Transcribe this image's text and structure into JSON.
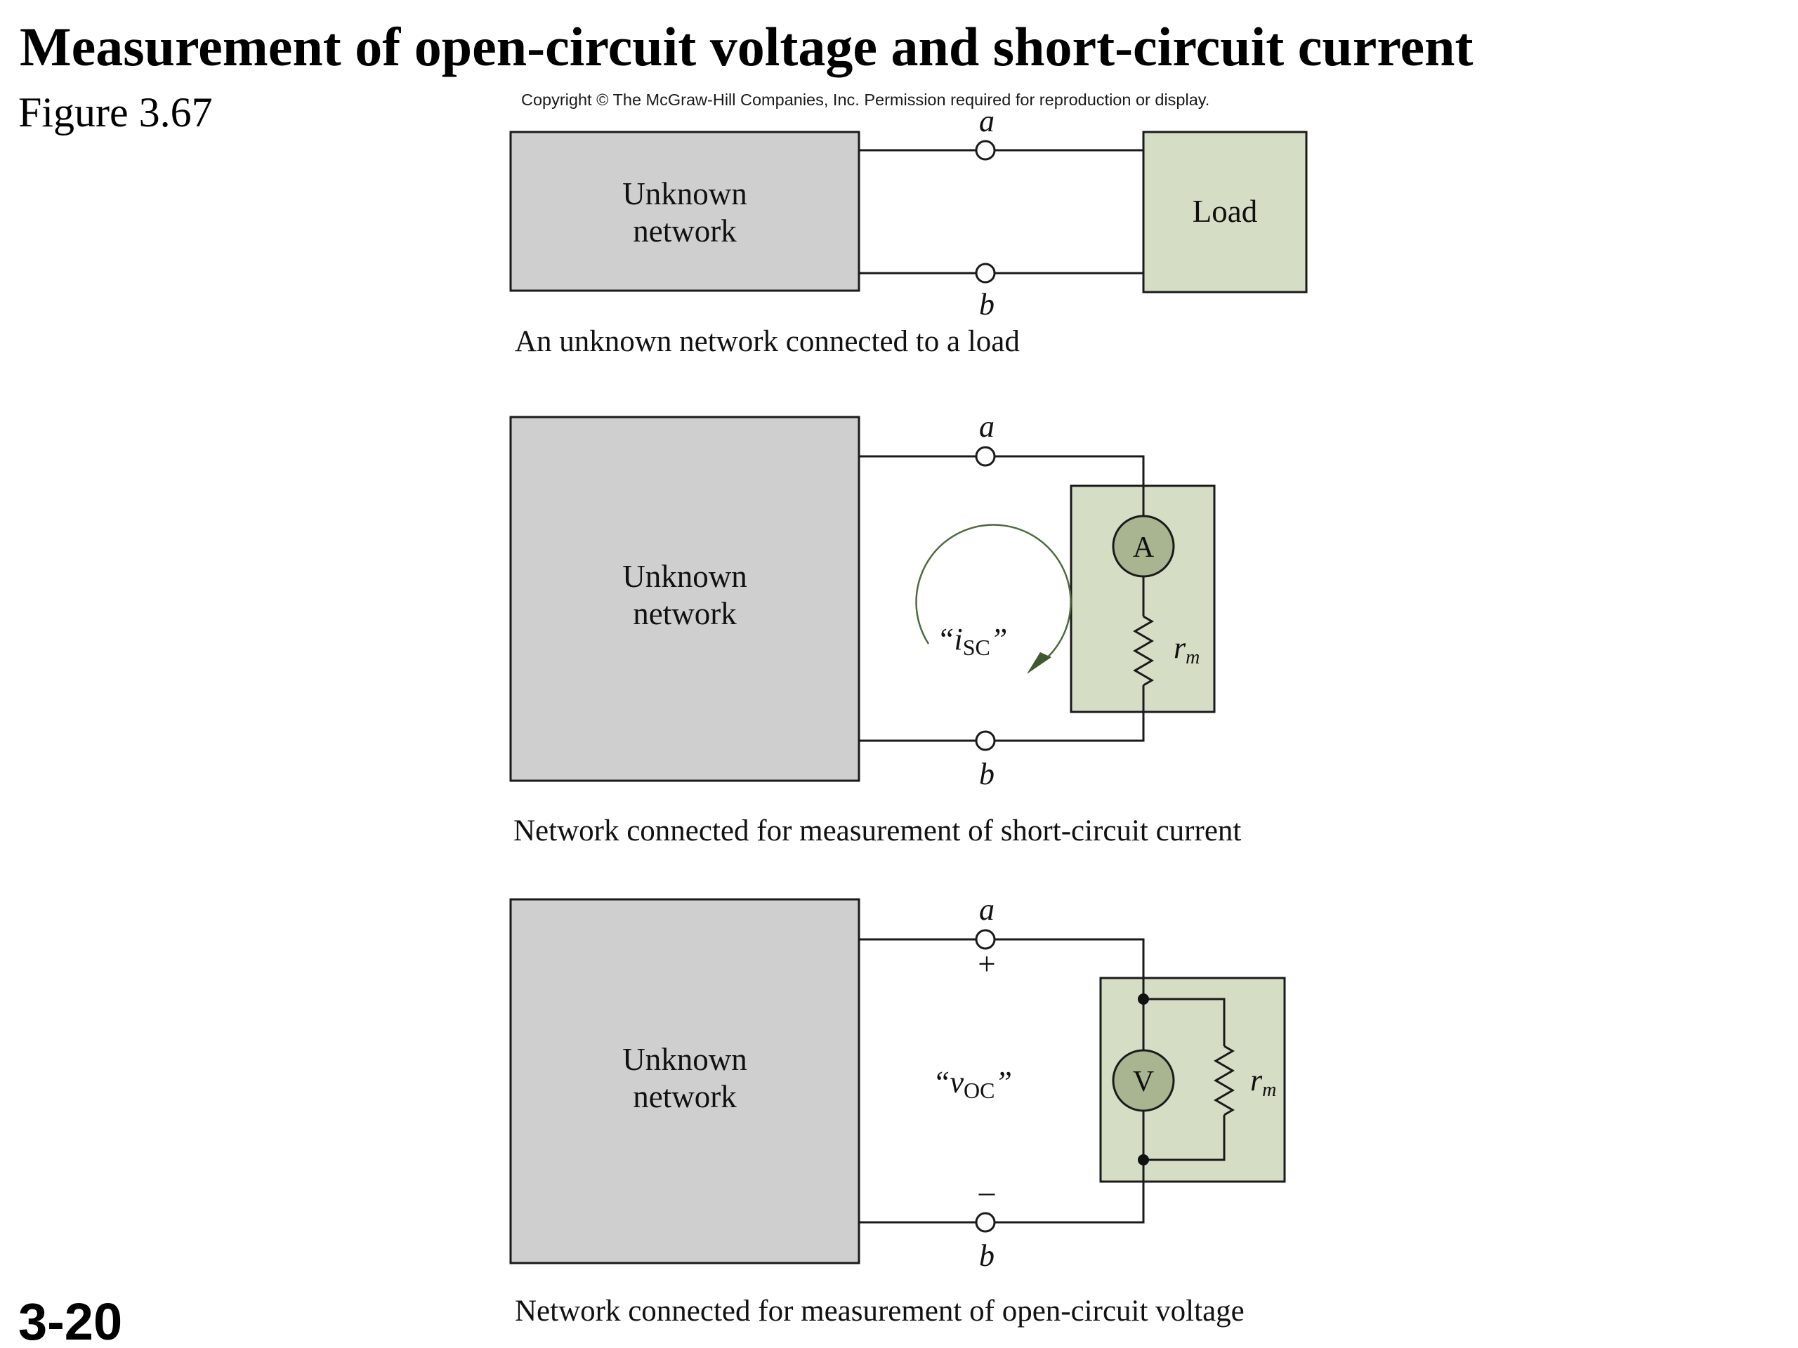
{
  "title": "Measurement of open-circuit voltage and short-circuit current",
  "subtitle": "Figure 3.67",
  "copyright": "Copyright © The McGraw-Hill Companies, Inc. Permission required for reproduction or display.",
  "slide_number": "3-20",
  "colors": {
    "network_box": "#cfcfcf",
    "meter_box": "#d5dec5",
    "meter_circle": "#a8b590",
    "arrow": "#4f6a3c"
  },
  "diagram1": {
    "network_line1": "Unknown",
    "network_line2": "network",
    "load_label": "Load",
    "terminal_a": "a",
    "terminal_b": "b",
    "caption": "An unknown network connected to a load"
  },
  "diagram2": {
    "network_line1": "Unknown",
    "network_line2": "network",
    "terminal_a": "a",
    "terminal_b": "b",
    "meter_symbol": "A",
    "resistor_label": "r",
    "resistor_sub": "m",
    "current_open": "“i",
    "current_sub": "SC",
    "current_close": "”",
    "caption": "Network connected for measurement of short-circuit current"
  },
  "diagram3": {
    "network_line1": "Unknown",
    "network_line2": "network",
    "terminal_a": "a",
    "terminal_b": "b",
    "plus_sign": "+",
    "minus_sign": "–",
    "meter_symbol": "V",
    "resistor_label": "r",
    "resistor_sub": "m",
    "voltage_open": "“v",
    "voltage_sub": "OC",
    "voltage_close": "”",
    "caption": "Network connected for measurement of open-circuit voltage"
  }
}
